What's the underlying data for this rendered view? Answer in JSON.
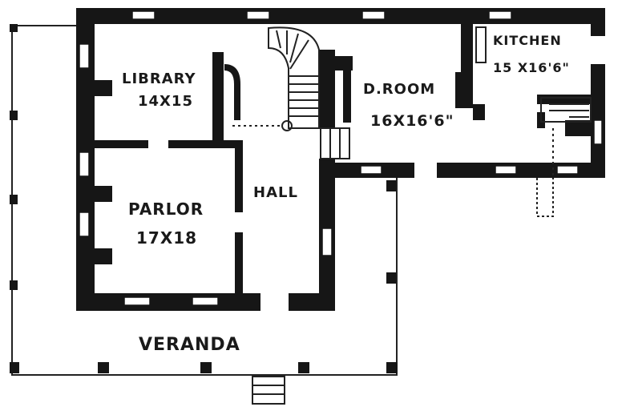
{
  "plan": {
    "rooms": [
      {
        "id": "library",
        "name": "LIBRARY",
        "size": "14X15"
      },
      {
        "id": "parlor",
        "name": "PARLOR",
        "size": "17X18"
      },
      {
        "id": "hall",
        "name": "HALL",
        "size": ""
      },
      {
        "id": "dining",
        "name": "D.ROOM",
        "size": "16X16'6\""
      },
      {
        "id": "kitchen",
        "name": "KITCHEN",
        "size": "15 X16'6\""
      },
      {
        "id": "veranda",
        "name": "VERANDA",
        "size": ""
      }
    ],
    "colors": {
      "ink": "#161616",
      "paper": "#ffffff"
    }
  }
}
